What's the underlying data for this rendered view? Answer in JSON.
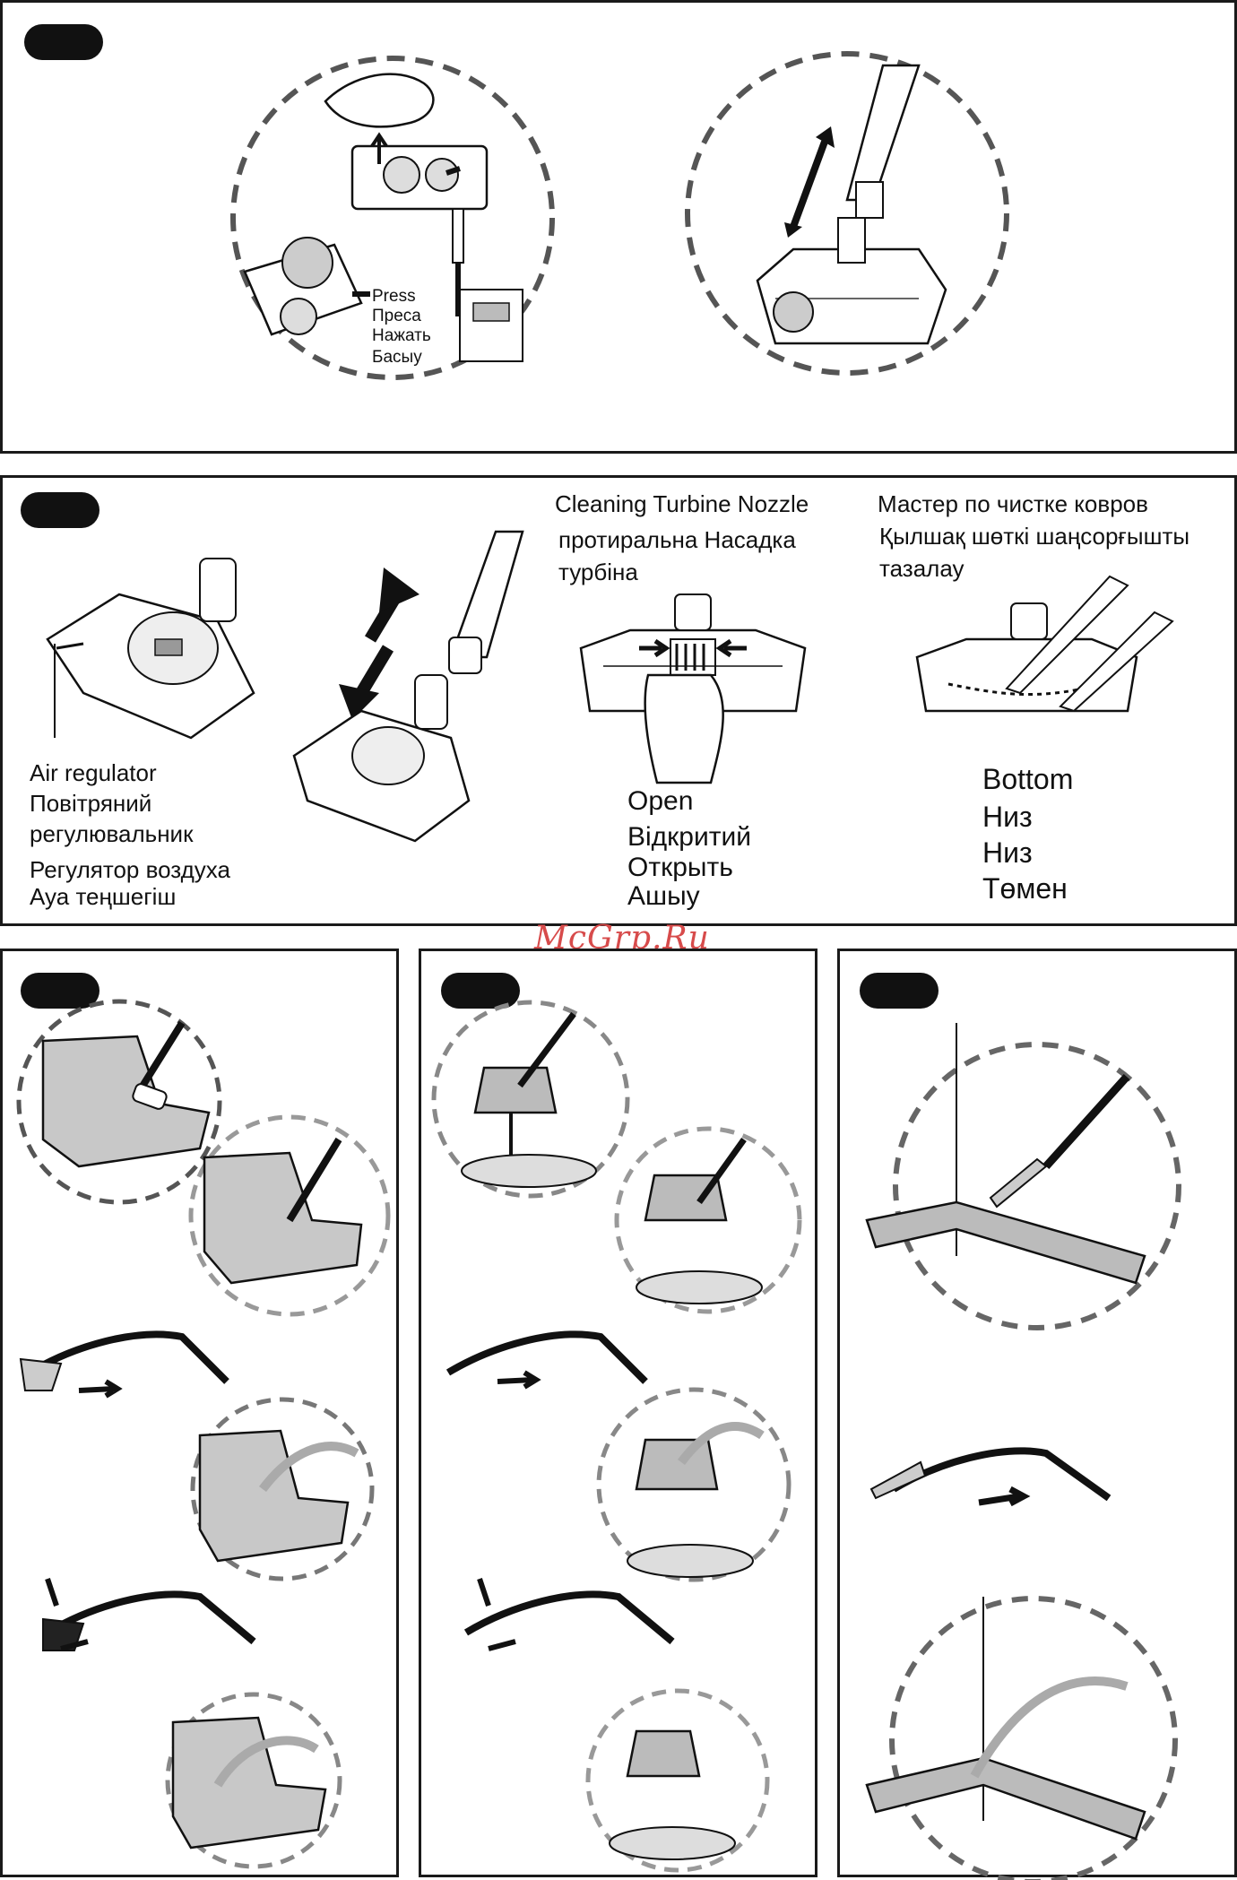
{
  "watermark": "McGrp.Ru",
  "panel1": {
    "press_labels": [
      "Press",
      "Преса",
      "Нажать",
      "Басыу"
    ]
  },
  "panel2": {
    "title_en": "Cleaning Turbine Nozzle",
    "title_uk_1": "протиральна Насадка",
    "title_uk_2": "турбіна",
    "title_ru": "Мастер по чистке ковров",
    "title_kk_1": "Қылшақ шөткі шаңсорғышты",
    "title_kk_2": "тазалау",
    "air_regulator": [
      "Air regulator",
      "Повітряний",
      "регулювальник",
      "Регулятор воздуха",
      "Ауа теңшегіш"
    ],
    "open": [
      "Open",
      "Відкритий",
      "Открыть",
      "Ашыу"
    ],
    "bottom": [
      "Bottom",
      "Низ",
      "Низ",
      "Төмен"
    ]
  }
}
